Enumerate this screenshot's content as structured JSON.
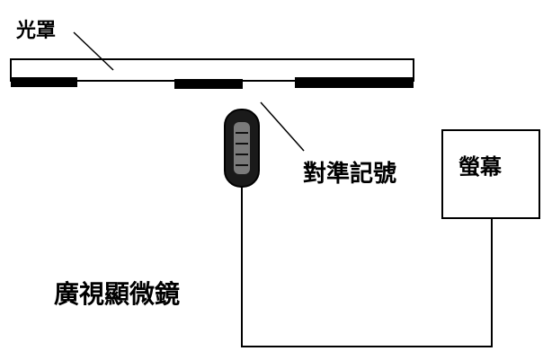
{
  "labels": {
    "mask": "光罩",
    "alignment_marks": "對準記號",
    "screen": "螢幕",
    "microscope": "廣視顯微鏡"
  },
  "colors": {
    "line": "#000000",
    "background": "#ffffff"
  }
}
